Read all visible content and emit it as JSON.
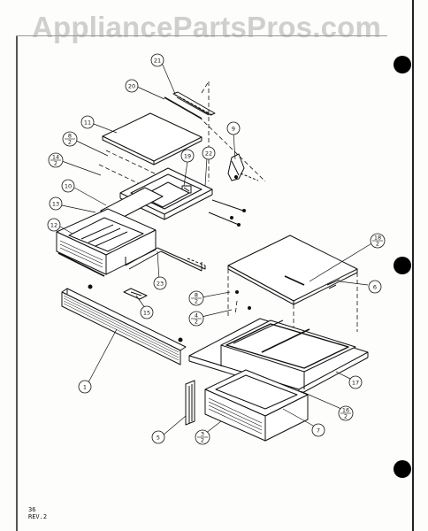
{
  "watermark": "AppliancePartsPros.com",
  "footer": {
    "page_number": "36",
    "revision": "REV.2"
  },
  "callouts": {
    "c1": "1",
    "c5": "5",
    "c6": "6",
    "c7": "7",
    "c9": "9",
    "c10": "10",
    "c11": "11",
    "c12": "12",
    "c13": "13",
    "c15": "15",
    "c17": "17",
    "c19": "19",
    "c20": "20",
    "c21": "21",
    "c22": "22",
    "c23": "23",
    "c8_2": {
      "top": "8",
      "bottom": "2"
    },
    "c14_2": {
      "top": "14",
      "bottom": "2"
    },
    "c18_2": {
      "top": "18",
      "bottom": "2"
    },
    "c3_2": {
      "top": "3",
      "bottom": "2"
    },
    "c4_2": {
      "top": "4",
      "bottom": "2"
    },
    "c16_2": {
      "top": "16",
      "bottom": "2"
    },
    "c8_2b": {
      "top": "8",
      "bottom": "2"
    }
  },
  "colors": {
    "ink": "#111111",
    "watermark": "#cfcfcf",
    "paper": "#fdfdfb"
  }
}
